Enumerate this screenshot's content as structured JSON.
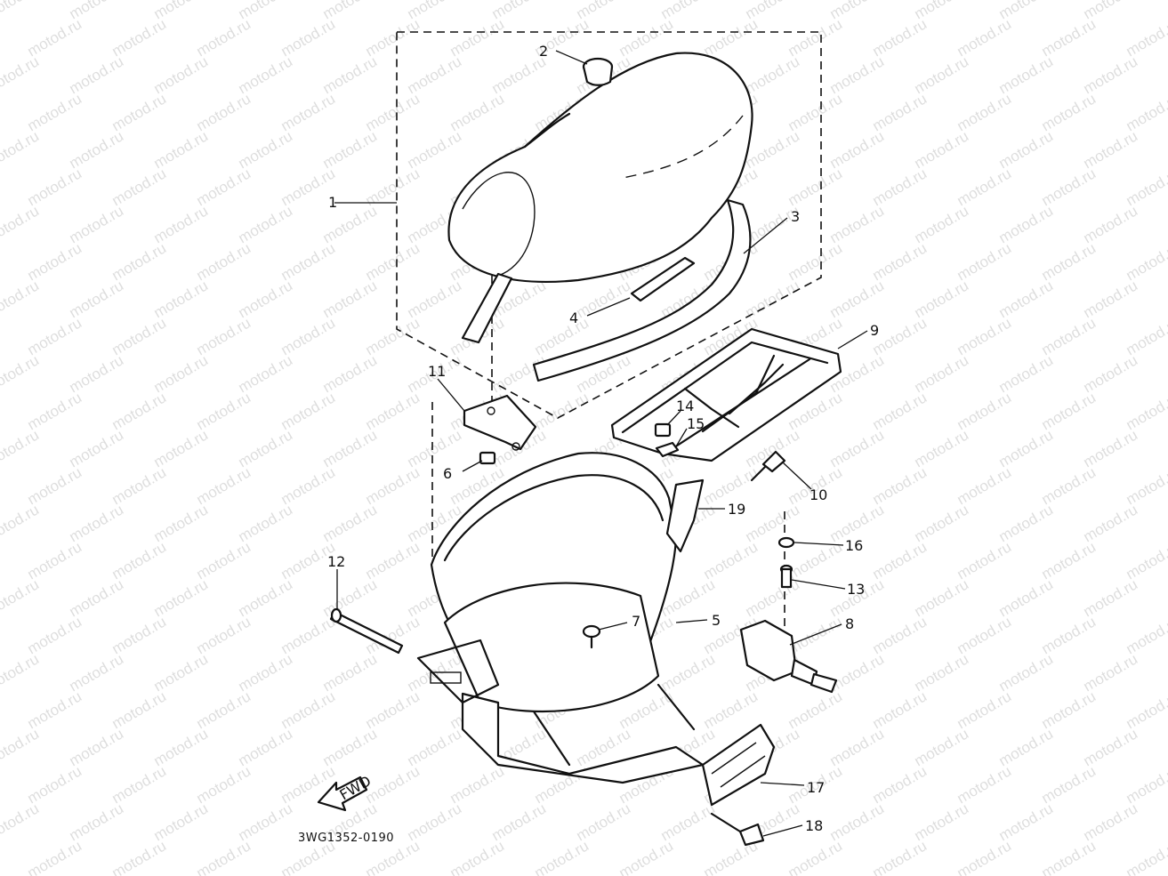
{
  "watermark": "motod.ru",
  "diagram_code": "3WG1352-0190",
  "fwd_label": "FWD",
  "callouts": [
    {
      "id": "1",
      "label": "1"
    },
    {
      "id": "2",
      "label": "2"
    },
    {
      "id": "3",
      "label": "3"
    },
    {
      "id": "4",
      "label": "4"
    },
    {
      "id": "5",
      "label": "5"
    },
    {
      "id": "6",
      "label": "6"
    },
    {
      "id": "7",
      "label": "7"
    },
    {
      "id": "8",
      "label": "8"
    },
    {
      "id": "9",
      "label": "9"
    },
    {
      "id": "10",
      "label": "10"
    },
    {
      "id": "11",
      "label": "11"
    },
    {
      "id": "12",
      "label": "12"
    },
    {
      "id": "13",
      "label": "13"
    },
    {
      "id": "14",
      "label": "14"
    },
    {
      "id": "15",
      "label": "15"
    },
    {
      "id": "16",
      "label": "16"
    },
    {
      "id": "17",
      "label": "17"
    },
    {
      "id": "18",
      "label": "18"
    },
    {
      "id": "19",
      "label": "19"
    }
  ]
}
